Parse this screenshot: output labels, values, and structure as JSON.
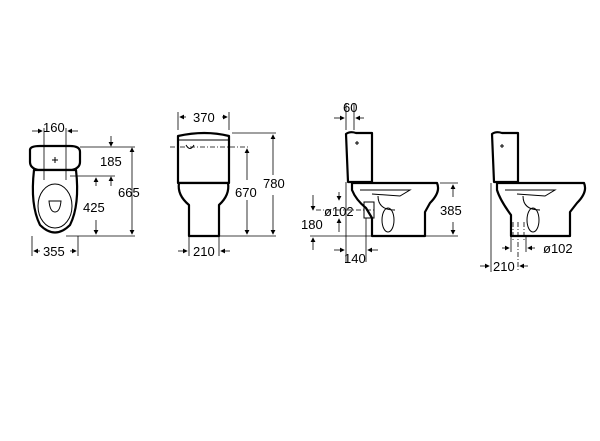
{
  "dimensions": {
    "top_view": {
      "width_top": "160",
      "tank_depth": "185",
      "overall_length": "665",
      "seat_length": "425",
      "width": "355"
    },
    "front_view": {
      "tank_width": "370",
      "overall_height": "780",
      "inlet_height": "670",
      "base_width": "210"
    },
    "side_view_p_trap": {
      "tank_offset": "60",
      "outlet_diameter": "ø102",
      "outlet_height": "180",
      "rim_height": "385",
      "outlet_distance": "140"
    },
    "side_view_s_trap": {
      "outlet_diameter": "ø102",
      "outlet_distance": "210"
    }
  }
}
